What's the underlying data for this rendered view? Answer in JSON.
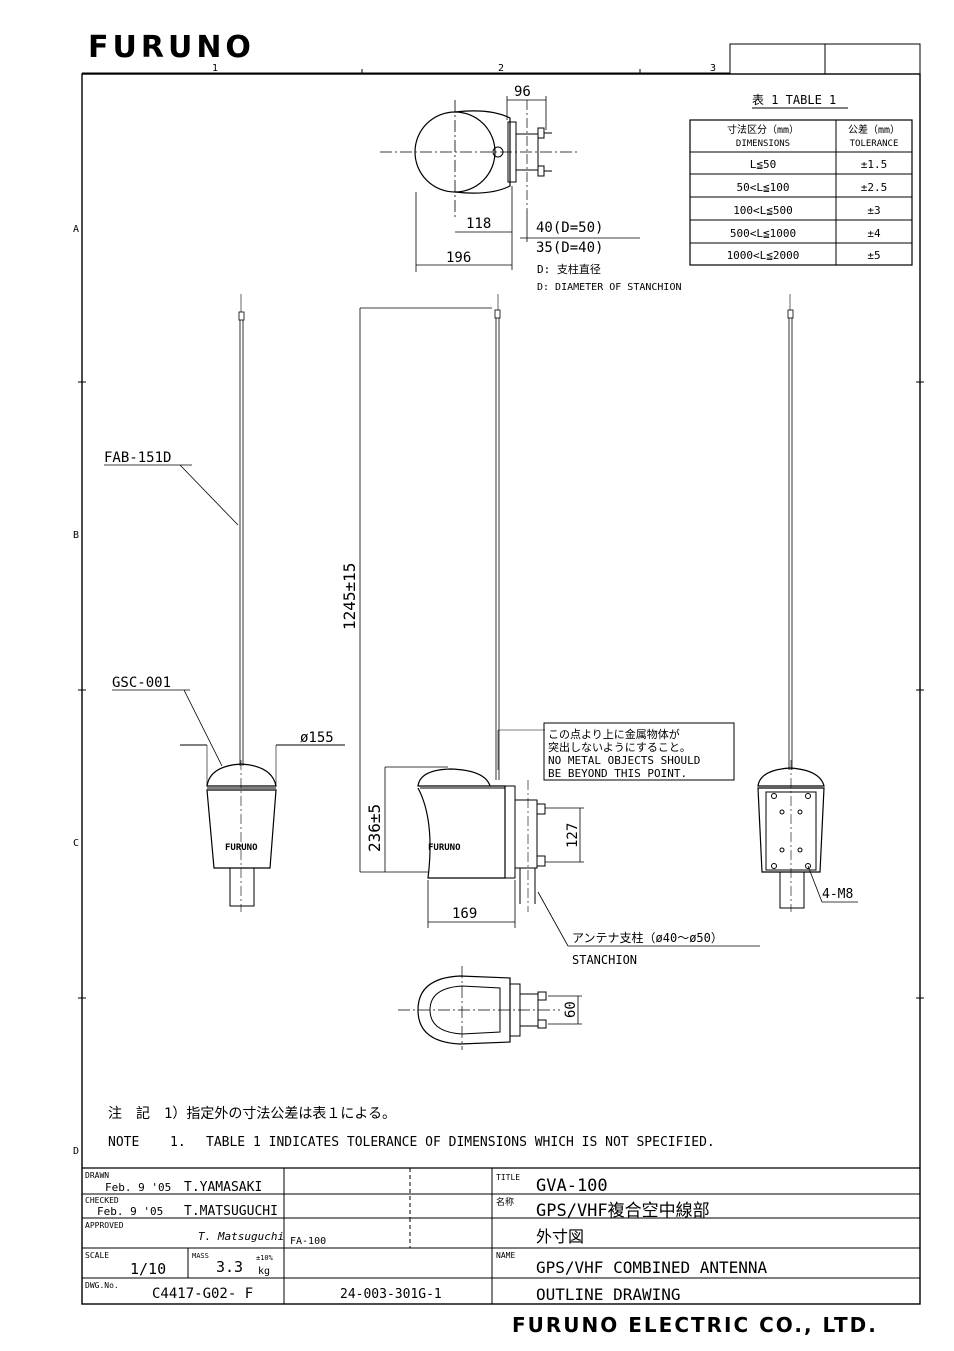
{
  "brand": {
    "logo": "FURUNO",
    "footer": "FURUNO ELECTRIC CO., LTD.",
    "body_mark": "FURUNO"
  },
  "grid": {
    "columns": [
      "1",
      "2",
      "3"
    ],
    "rows": [
      "A",
      "B",
      "C",
      "D"
    ]
  },
  "tolerance_table": {
    "title": "表 1 TABLE 1",
    "header_dim_jp": "寸法区分（mm）",
    "header_dim_en": "DIMENSIONS",
    "header_tol_jp": "公差（mm）",
    "header_tol_en": "TOLERANCE",
    "rows": [
      {
        "range": "L≦50",
        "tol": "±1.5"
      },
      {
        "range": "50<L≦100",
        "tol": "±2.5"
      },
      {
        "range": "100<L≦500",
        "tol": "±3"
      },
      {
        "range": "500<L≦1000",
        "tol": "±4"
      },
      {
        "range": "1000<L≦2000",
        "tol": "±5"
      }
    ]
  },
  "dimensions": {
    "d96": "96",
    "d118": "118",
    "d196": "196",
    "d40": "40(D=50)",
    "d35": "35(D=40)",
    "d_note_jp": "D: 支柱直径",
    "d_note_en": "D: DIAMETER OF STANCHION",
    "height": "1245±15",
    "base_height": "236±5",
    "d169": "169",
    "d127": "127",
    "dia155": "ø155",
    "d60": "60"
  },
  "labels": {
    "whip": "FAB-151D",
    "cover": "GSC-001",
    "bolts": "4-M8",
    "stanchion_jp": "アンテナ支柱（ø40～ø50）",
    "stanchion_en": "STANCHION",
    "warning": [
      "この点より上に金属物体が",
      "突出しないようにすること。",
      "NO METAL OBJECTS SHOULD",
      "BE BEYOND THIS POINT."
    ]
  },
  "notes": {
    "jp": "注　記　1）指定外の寸法公差は表１による。",
    "en_label": "NOTE",
    "en_num": "1.",
    "en": "TABLE 1 INDICATES TOLERANCE OF DIMENSIONS WHICH IS NOT SPECIFIED."
  },
  "title_block": {
    "drawn_label": "DRAWN",
    "drawn_date": "Feb. 9 '05",
    "drawn_name": "T.YAMASAKI",
    "checked_label": "CHECKED",
    "checked_date": "Feb. 9 '05",
    "checked_name": "T.MATSUGUCHI",
    "approved_label": "APPROVED",
    "approved_sign": "T. Matsuguchi",
    "model_ref": "FA-100",
    "scale_label": "SCALE",
    "scale": "1/10",
    "mass_label": "MASS",
    "mass": "3.3",
    "mass_tol": "±10%",
    "mass_unit": "kg",
    "dwg_label": "DWG.No.",
    "dwg_no": "C4417-G02- F",
    "ref_no": "24-003-301G-1",
    "title_label": "TITLE",
    "title": "GVA-100",
    "name_jp_label": "名称",
    "name_jp": "GPS/VHF複合空中線部",
    "name_jp2": "外寸図",
    "name_label": "NAME",
    "name_en": "GPS/VHF COMBINED ANTENNA",
    "name_en2": "OUTLINE DRAWING"
  }
}
